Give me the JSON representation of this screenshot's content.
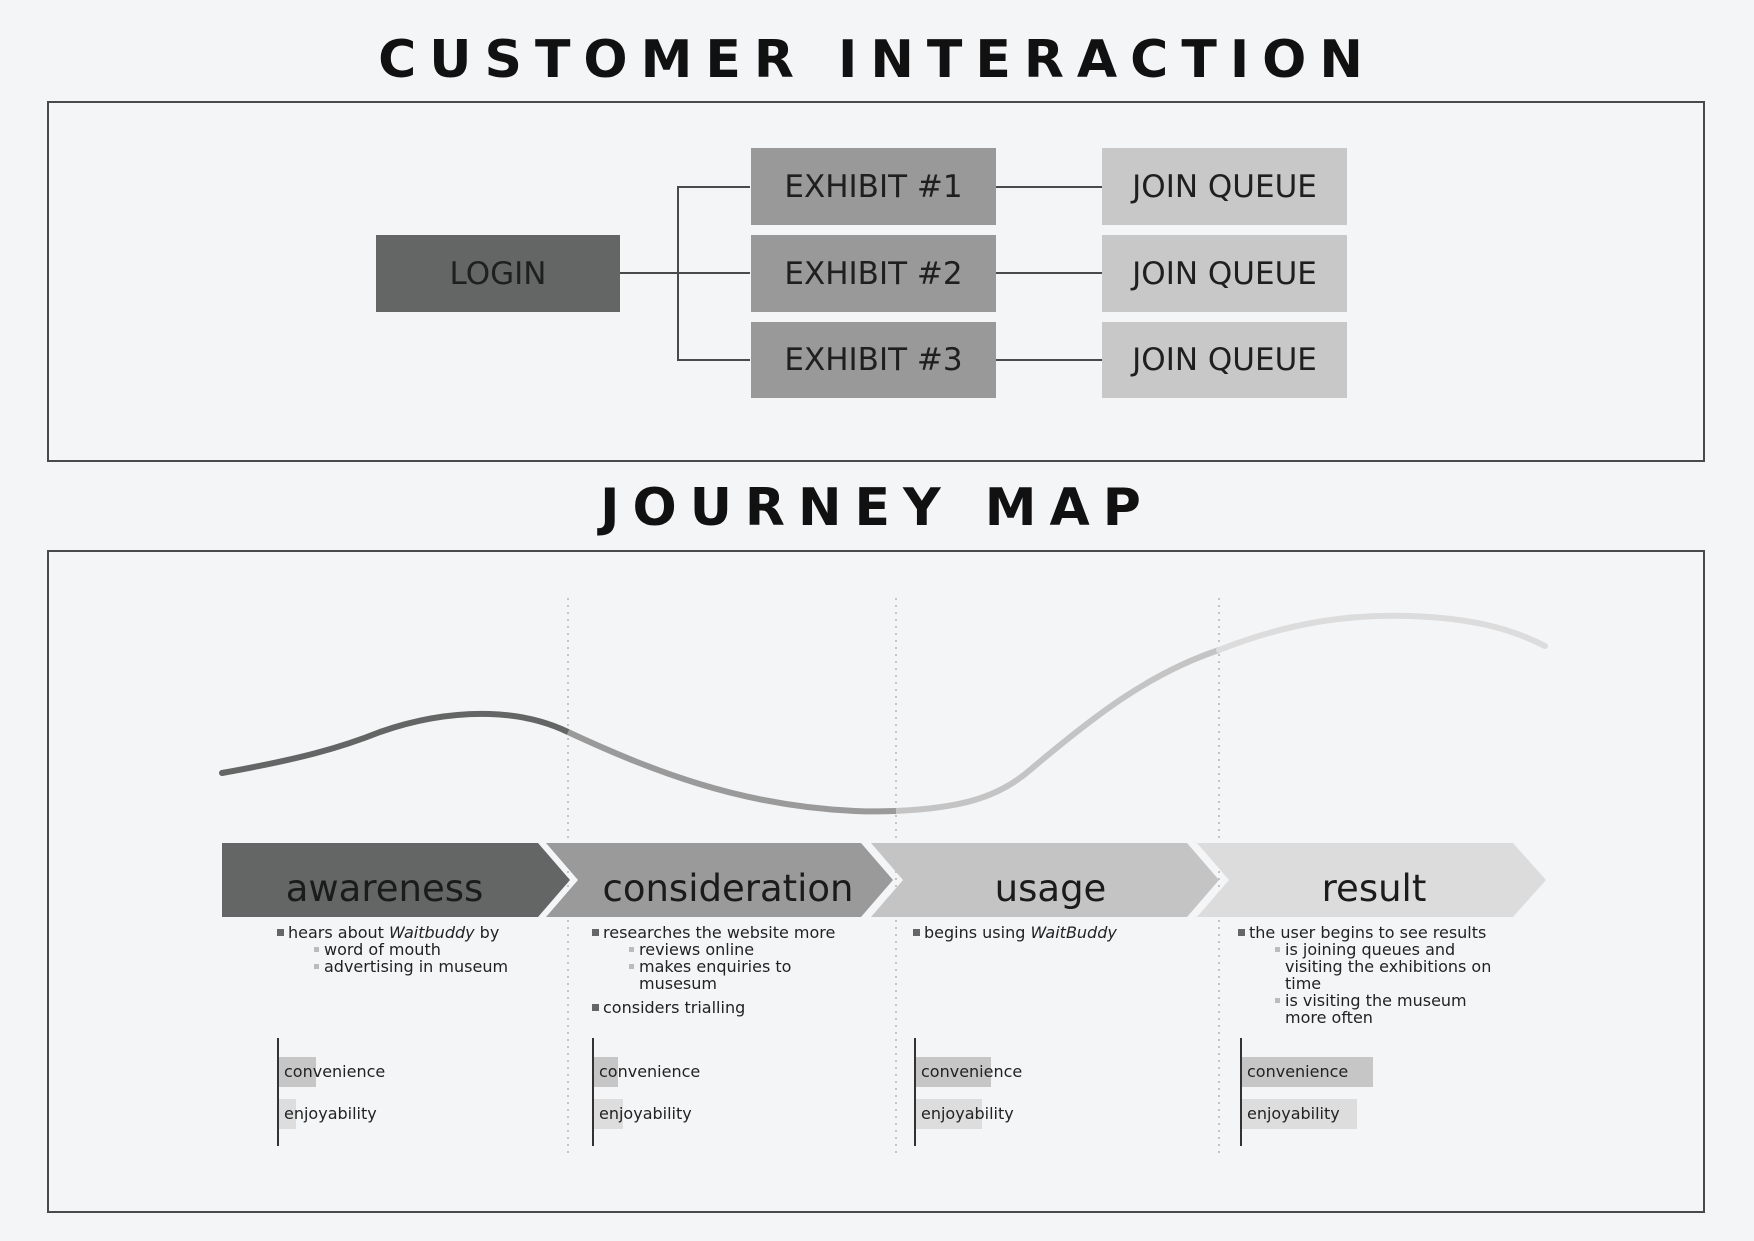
{
  "customer_interaction": {
    "title": "CUSTOMER INTERACTION",
    "login": "LOGIN",
    "exhibits": [
      "EXHIBIT #1",
      "EXHIBIT #2",
      "EXHIBIT #3"
    ],
    "queues": [
      "JOIN QUEUE",
      "JOIN QUEUE",
      "JOIN QUEUE"
    ]
  },
  "journey_map": {
    "title": "JOURNEY MAP",
    "stages": [
      {
        "label": "awareness",
        "color": "#646665",
        "notes": {
          "main_pre": "hears about ",
          "main_em": "Waitbuddy",
          "main_post": " by",
          "sub": [
            "word of mouth",
            "advertising in museum"
          ]
        },
        "metrics": {
          "convenience_label": "convenience",
          "enjoyability_label": "enjoyability",
          "convenience": 0.28,
          "enjoyability": 0.13
        }
      },
      {
        "label": "consideration",
        "color": "#9a9a9a",
        "notes": {
          "main": "researches the website more",
          "sub": [
            "reviews online",
            "makes enquiries to musesum"
          ],
          "main2": "considers trialling"
        },
        "metrics": {
          "convenience_label": "convenience",
          "enjoyability_label": "enjoyability",
          "convenience": 0.18,
          "enjoyability": 0.22
        }
      },
      {
        "label": "usage",
        "color": "#c4c4c4",
        "notes": {
          "main_pre": "begins using ",
          "main_em": "WaitBuddy"
        },
        "metrics": {
          "convenience_label": "convenience",
          "enjoyability_label": "enjoyability",
          "convenience": 0.57,
          "enjoyability": 0.5
        }
      },
      {
        "label": "result",
        "color": "#dcdcdc",
        "notes": {
          "main": "the user begins to see results",
          "sub": [
            "is joining queues and visiting the exhibitions on time",
            "is visiting the museum more often"
          ]
        },
        "metrics": {
          "convenience_label": "convenience",
          "enjoyability_label": "enjoyability",
          "convenience": 1.0,
          "enjoyability": 0.88
        }
      }
    ]
  }
}
